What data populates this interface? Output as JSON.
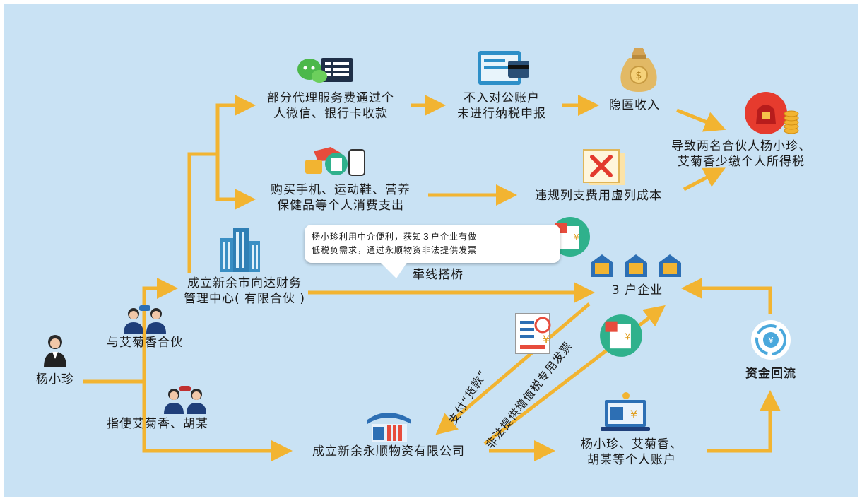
{
  "colors": {
    "background": "#c9e2f4",
    "arrow": "#f2b431",
    "text": "#1a1a1a"
  },
  "nodes": {
    "person_yang": "杨小珍",
    "partner_ai": "与艾菊香合伙",
    "instruct": "指使艾菊香、胡某",
    "finance_center_line1": "成立新余市向达财务",
    "finance_center_line2": "管理中心( 有限合伙 )",
    "fee_line1": "部分代理服务费通过个",
    "fee_line2": "人微信、银行卡收款",
    "no_account_line1": "不入对公账户",
    "no_account_line2": "未进行纳税申报",
    "hide_income": "隐匿收入",
    "purchase_line1": "购买手机、运动鞋、营养",
    "purchase_line2": "保健品等个人消费支出",
    "illegal_cost": "违规列支费用虚列成本",
    "result_line1": "导致两名合伙人杨小珍、",
    "result_line2": "艾菊香少缴个人所得税",
    "bubble_line1": "杨小珍利用中介便利，获知３户企业有做",
    "bubble_line2": "低税负需求，通过永顺物资非法提供发票",
    "bridge": "牵线搭桥",
    "three_companies": "3 户企业",
    "yongshun": "成立新余永顺物资有限公司",
    "pay_goods": "支付“货款”",
    "illegal_invoice": "非法提供增值税专用发票",
    "personal_accounts_line1": "杨小珍、艾菊香、",
    "personal_accounts_line2": "胡某等个人账户",
    "capital_return": "资金回流"
  },
  "icons": {
    "person": "businesswoman-icon",
    "partners": "two-partners-icon",
    "building": "office-building-icon",
    "wechat": "wechat-card-icon",
    "card": "bank-card-icon",
    "moneybag": "money-bag-icon",
    "coins": "coins-icon",
    "shopping": "shopping-icon",
    "cancel_doc": "cancelled-document-icon",
    "invoice": "invoice-icon",
    "company": "company-icon",
    "chart_doc": "document-payment-icon",
    "laptop": "laptop-account-icon",
    "factory": "factory-icon",
    "recycle": "money-return-icon"
  }
}
